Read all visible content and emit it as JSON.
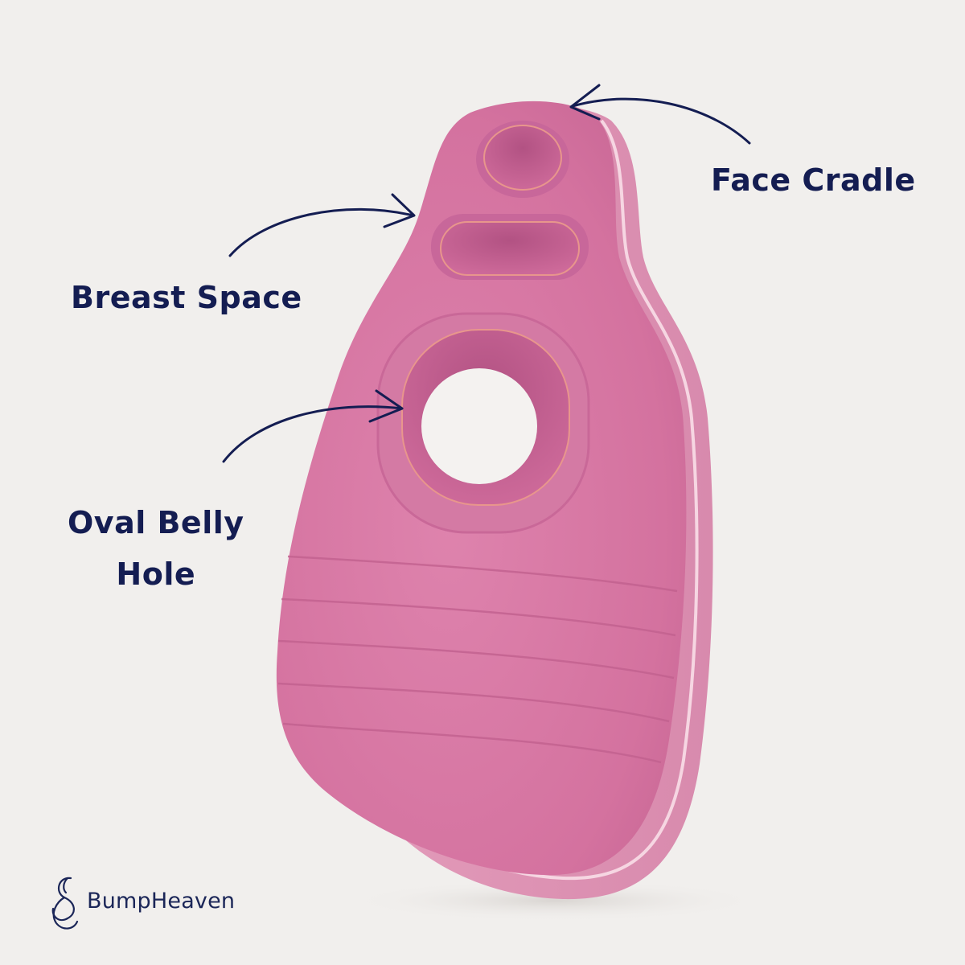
{
  "labels": {
    "face_cradle": "Face Cradle",
    "breast_space": "Breast Space",
    "belly_hole_line1": "Oval Belly",
    "belly_hole_line2": "Hole"
  },
  "brand": {
    "name": "BumpHeaven"
  },
  "colors": {
    "background": "#f1efed",
    "pillow": "#d97aa6",
    "label_text": "#141d52",
    "piping": "#f6d6e2"
  }
}
